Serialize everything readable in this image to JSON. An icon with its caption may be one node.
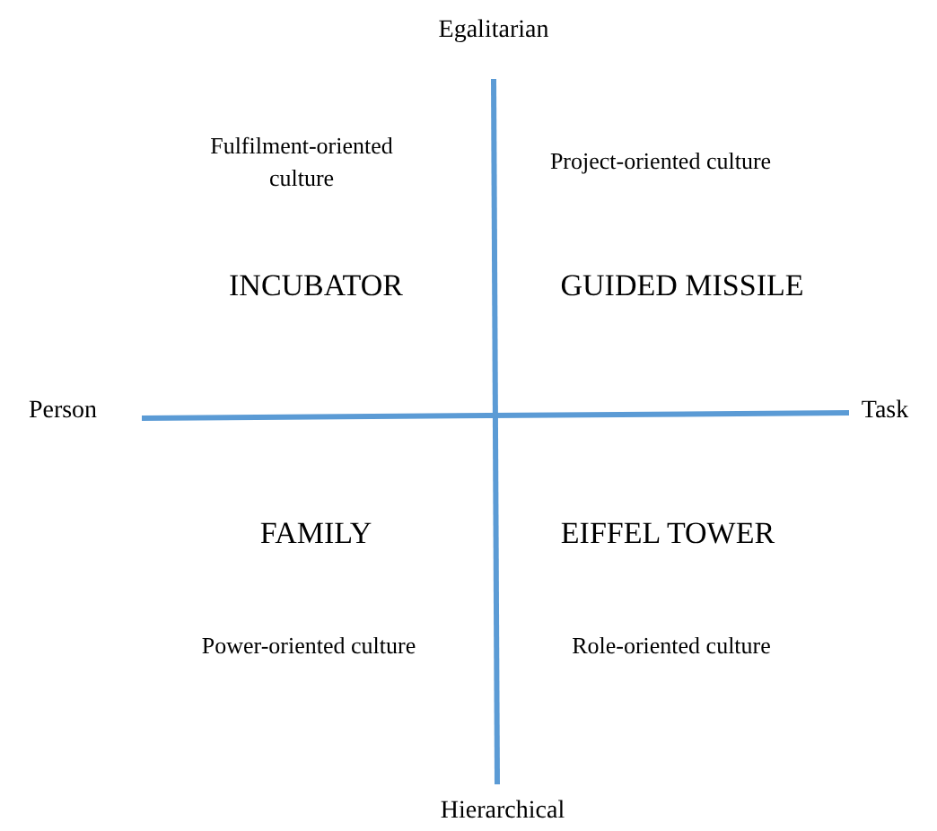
{
  "diagram": {
    "labels": [
      "Egalitarian",
      "Fulfilment-oriented culture",
      "Project-oriented culture",
      "INCUBATOR",
      "GUIDED MISSILE",
      "Person",
      "Task",
      "FAMILY",
      "EIFFEL TOWER",
      "Power-oriented culture",
      "Role-oriented culture",
      "Hierarchical"
    ]
  }
}
